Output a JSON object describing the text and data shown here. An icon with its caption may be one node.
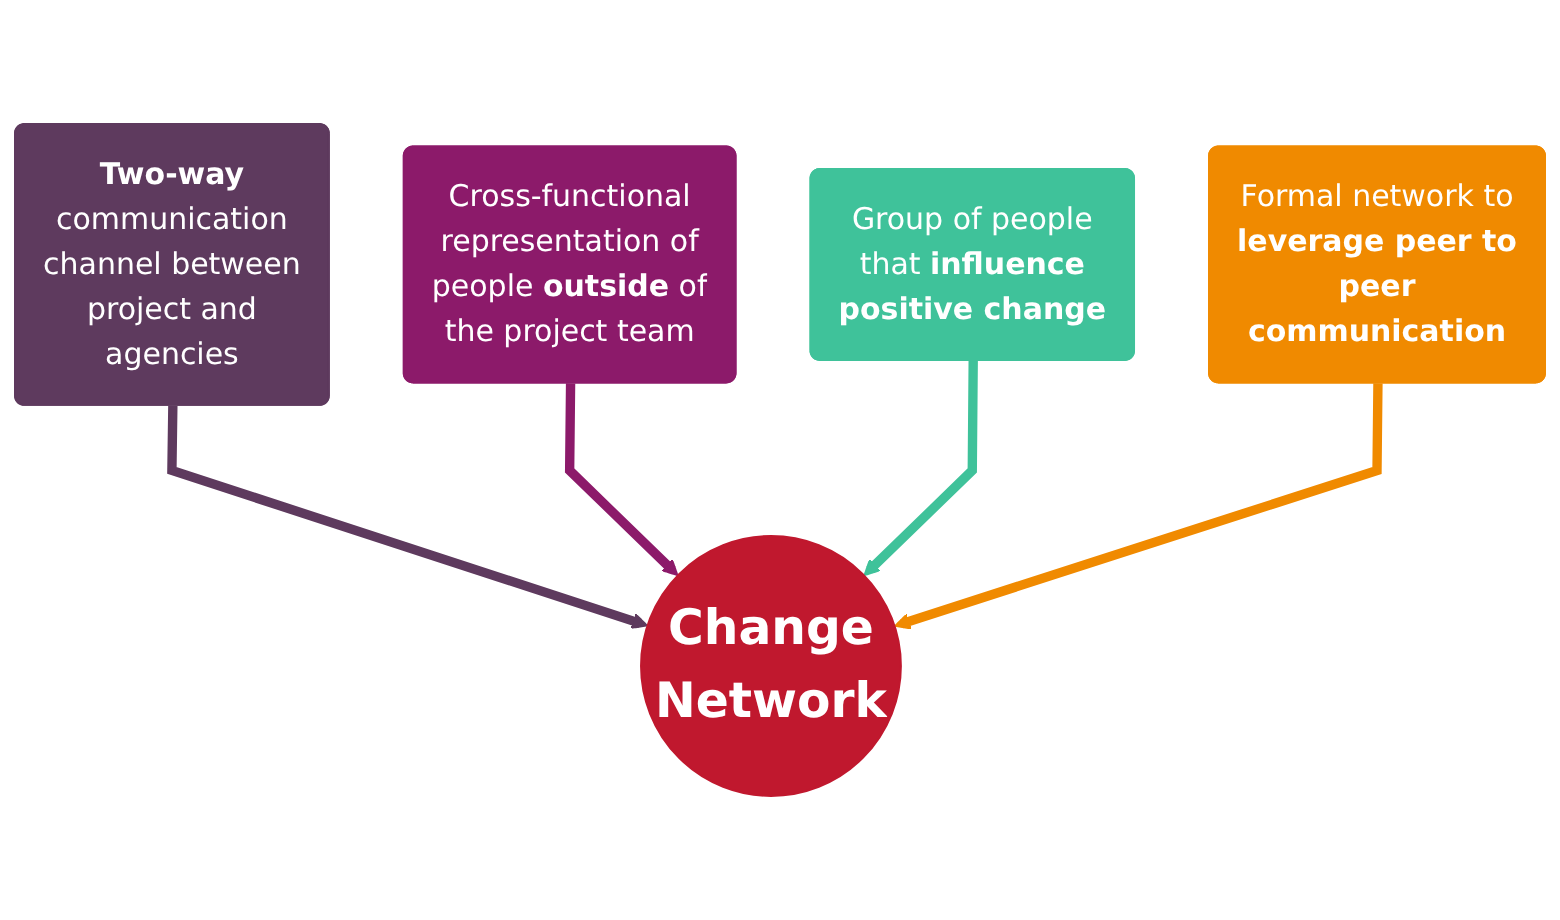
{
  "diagram": {
    "nodes": [
      {
        "text": [
          "**Two-way** communication channel between project and agencies"
        ]
      },
      {
        "text": [
          "Cross-functional representation of people **outside** of the project team"
        ]
      },
      {
        "text": [
          "Group of people that **influence positive change**"
        ]
      },
      {
        "text": [
          "Formal network to **leverage peer to peer communication**"
        ]
      },
      {
        "text": [
          "Change Network"
        ]
      }
    ],
    "edges": [
      {
        "from": 0,
        "to": 4,
        "arrow": "to",
        "color": "#5e3a5e"
      },
      {
        "from": 1,
        "to": 4,
        "arrow": "to",
        "color": "#8c1a6a"
      },
      {
        "from": 2,
        "to": 4,
        "arrow": "to",
        "color": "#3fc29a"
      },
      {
        "from": 3,
        "to": 4,
        "arrow": "to",
        "color": "#f08a00"
      }
    ]
  }
}
